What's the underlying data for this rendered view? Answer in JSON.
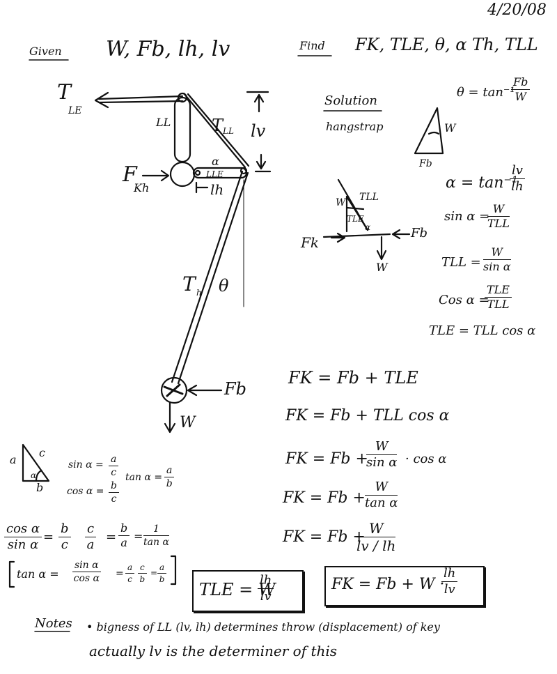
{
  "date": "4/20/08",
  "given": {
    "label": "Given",
    "vars": "W, Fb, lh, lv"
  },
  "find": {
    "label": "Find",
    "vars": "FK, TLE, θ, α Th, TLL"
  },
  "solution": {
    "label": "Solution",
    "sub": "hangstrap"
  },
  "diagram": {
    "t_le": "T",
    "t_le_sub": "LE",
    "ll": "LL",
    "t_ll": "T",
    "t_ll_sub": "LL",
    "lv": "lv",
    "alpha": "α",
    "lle": "LLE",
    "fkh": "F",
    "fkh_sub": "Kh",
    "lh": "lh",
    "th": "T",
    "th_sub": "h",
    "theta": "θ",
    "fb": "Fb",
    "w": "W"
  },
  "theta_eq": {
    "lhs": "θ = tan⁻¹",
    "num": "Fb",
    "den": "W"
  },
  "small_tri": {
    "w": "W",
    "fb": "Fb"
  },
  "alpha_eq": {
    "lhs": "α = tan⁻¹",
    "num": "lv",
    "den": "lh"
  },
  "force_diagram": {
    "w": "W",
    "tll": "TLL",
    "tle": "TLE",
    "alpha": "α",
    "fk": "Fk",
    "fb": "Fb",
    "down_w": "W"
  },
  "sin_eq": {
    "lhs": "sin α =",
    "num": "W",
    "den": "TLL"
  },
  "tll_eq": {
    "lhs": "TLL =",
    "num": "W",
    "den": "sin α"
  },
  "cos_eq": {
    "lhs": "Cos α =",
    "num": "TLE",
    "den": "TLL"
  },
  "tle_eq": "TLE = TLL cos α",
  "fk1": "FK = Fb + TLE",
  "fk2": "FK = Fb + TLL cos α",
  "fk3": {
    "lhs": "FK = Fb +",
    "num": "W",
    "den": "sin α",
    "rhs": "· cos α"
  },
  "fk4": {
    "lhs": "FK = Fb +",
    "num": "W",
    "den": "tan α"
  },
  "fk5": {
    "lhs": "FK = Fb +",
    "num": "W",
    "den": "lv / lh"
  },
  "ref_tri": {
    "a": "a",
    "b": "b",
    "c": "c",
    "alpha": "α"
  },
  "trig_defs": {
    "sin_lhs": "sin α =",
    "sin_num": "a",
    "sin_den": "c",
    "cos_lhs": "cos α =",
    "cos_num": "b",
    "cos_den": "c",
    "tan_lhs": "tan α =",
    "tan_num": "a",
    "tan_den": "b"
  },
  "cot_line": {
    "a_num": "cos α",
    "a_den": "sin α",
    "b_num": "b",
    "b_den": "c",
    "c_num": "c",
    "c_den": "a",
    "d_num": "b",
    "d_den": "a",
    "e_num": "1",
    "e_den": "tan α"
  },
  "tan_line": {
    "lhs": "tan α =",
    "a_num": "sin α",
    "a_den": "cos α",
    "b_num": "a",
    "b_den": "c",
    "c_num": "c",
    "c_den": "b",
    "d_num": "a",
    "d_den": "b"
  },
  "box1": {
    "lhs": "TLE = W",
    "num": "lh",
    "den": "lv"
  },
  "box2": {
    "lhs": "FK = Fb + W ·",
    "num": "lh",
    "den": "lv"
  },
  "notes": {
    "label": "Notes",
    "line1": "• bigness of LL (lv, lh) determines throw (displacement) of key",
    "line2": "actually lv is the determiner of this"
  }
}
